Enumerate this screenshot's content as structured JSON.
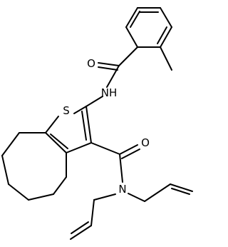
{
  "structure": {
    "atoms": {
      "S": "S",
      "O_amide_top": "O",
      "NH": "NH",
      "O_amide_right": "O",
      "N": "N"
    }
  }
}
